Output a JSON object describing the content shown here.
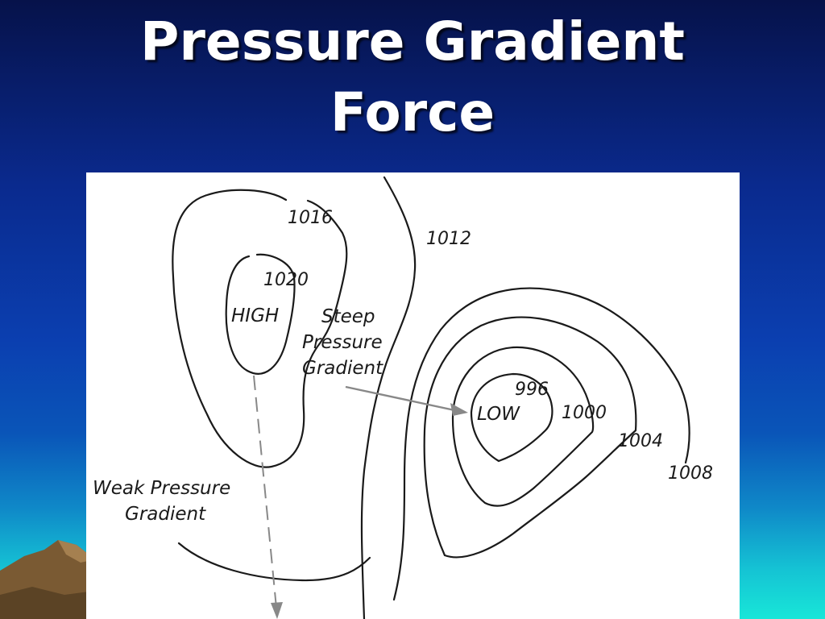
{
  "slide": {
    "title_line1": "Pressure Gradient",
    "title_line2": "Force",
    "colors": {
      "background_top": "#06124a",
      "background_bottom": "#18e6d8",
      "title": "#ffffff",
      "figure_background": "#ffffff",
      "line_ink": "#1a1a1a",
      "arrow": "#888888"
    }
  },
  "diagram": {
    "isobars": {
      "i1016": "1016",
      "i1020": "1020",
      "i1012": "1012",
      "i996": "996",
      "i1000": "1000",
      "i1004": "1004",
      "i1008": "1008"
    },
    "centers": {
      "high": "HIGH",
      "low": "LOW"
    },
    "annotations": {
      "steep_line1": "Steep",
      "steep_line2": "Pressure",
      "steep_line3": "Gradient",
      "weak_line1": "Weak Pressure",
      "weak_line2": "Gradient"
    }
  }
}
